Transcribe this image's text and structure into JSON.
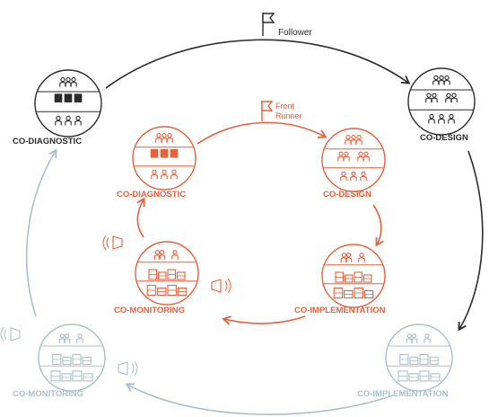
{
  "colors": {
    "outer": "#2b2b2b",
    "inner": "#e8603c",
    "faded": "#a9c0cc",
    "background": "#ffffff"
  },
  "icons": [
    "flag-icon",
    "people-group-icon",
    "buildings-icon",
    "megaphone-icon",
    "sound-waves-icon"
  ],
  "outer_cycle": {
    "flag_label": "Follower",
    "nodes": {
      "diagnostic": "CO-DIAGNOSTIC",
      "design": "CO-DESIGN",
      "implementation": "CO-IMPLEMENTATION",
      "monitoring": "CO-MONITORING"
    }
  },
  "inner_cycle": {
    "flag_label_line1": "Front",
    "flag_label_line2": "Runner",
    "nodes": {
      "diagnostic": "CO-DIAGNOSTIC",
      "design": "CO-DESIGN",
      "implementation": "CO-IMPLEMENTATION",
      "monitoring": "CO-MONITORING"
    }
  }
}
